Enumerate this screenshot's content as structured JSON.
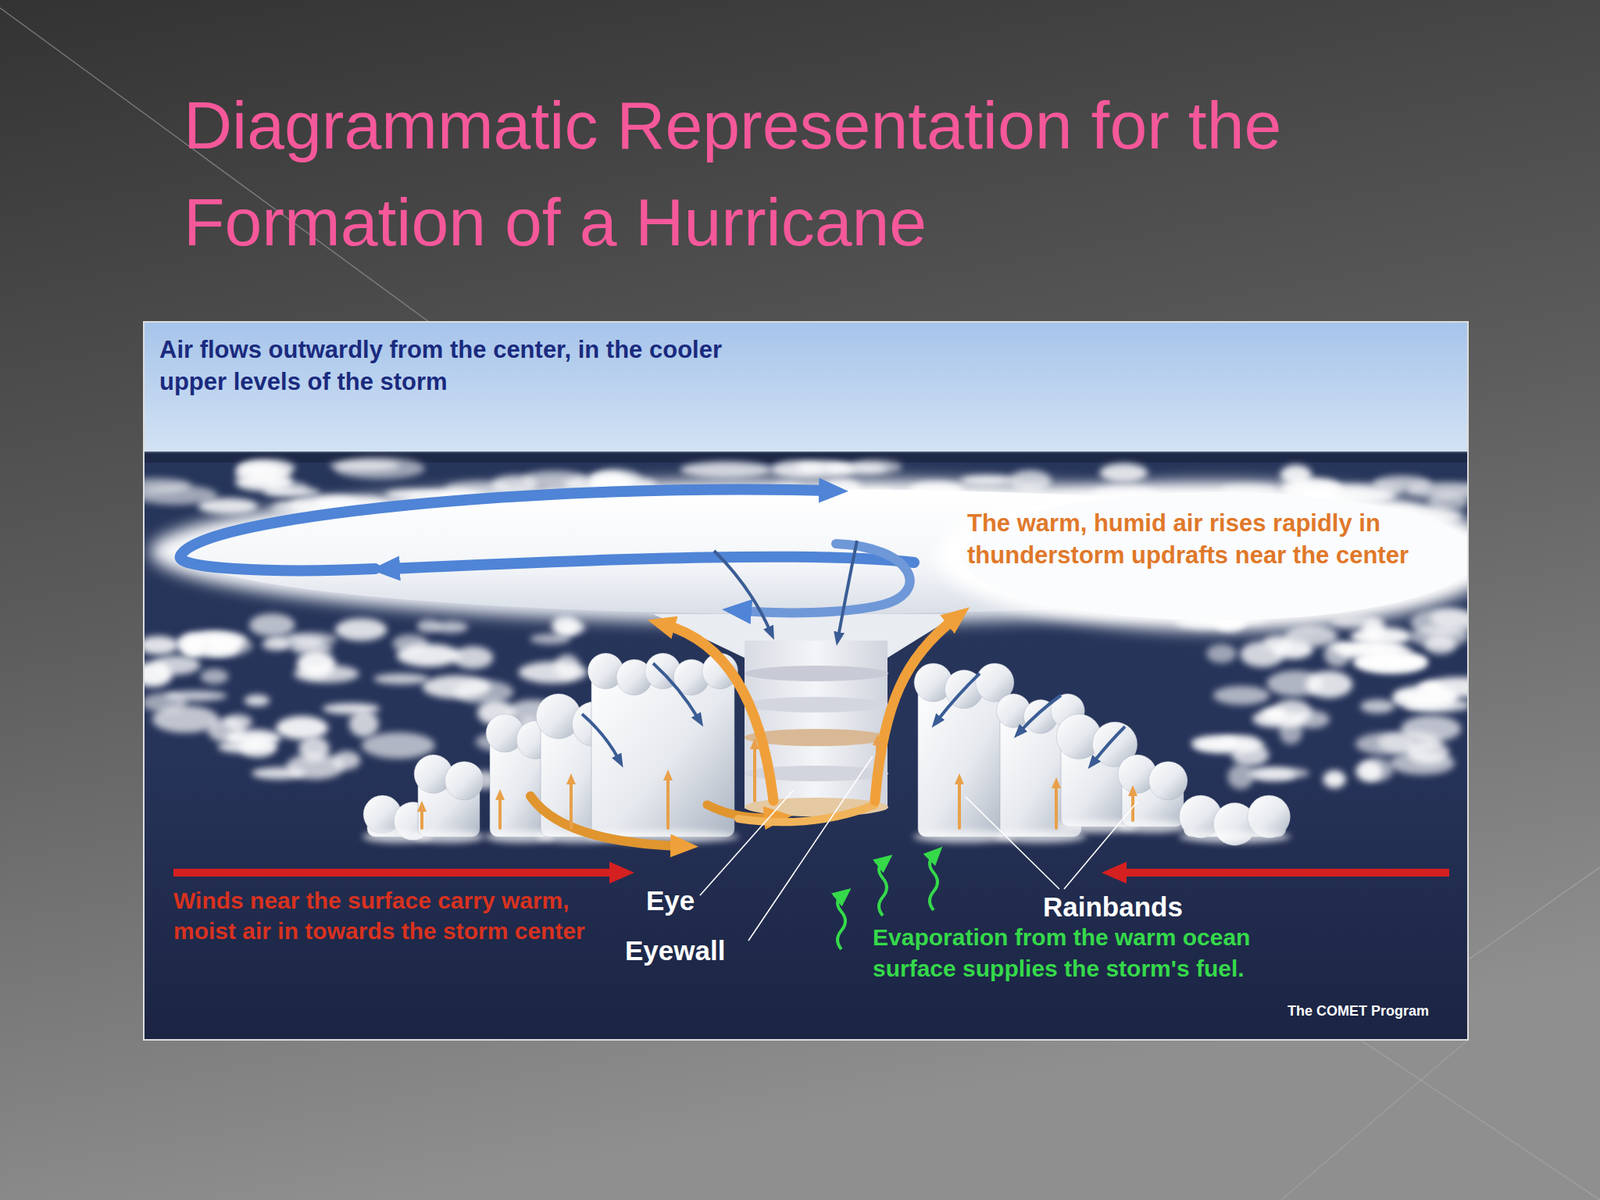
{
  "diagram": {
    "title": "Diagrammatic Representation for the Formation of a Hurricane",
    "labels": [
      "Air flows outwardly from the center, in the cooler upper levels of the storm",
      "The warm, humid air rises rapidly in thunderstorm updrafts near the center",
      "Winds near the surface carry warm, moist air in towards the storm center",
      "Eye",
      "Rainbands",
      "Eyewall",
      "Evaporation from the warm ocean surface supplies the storm's fuel.",
      "The COMET Program"
    ]
  }
}
